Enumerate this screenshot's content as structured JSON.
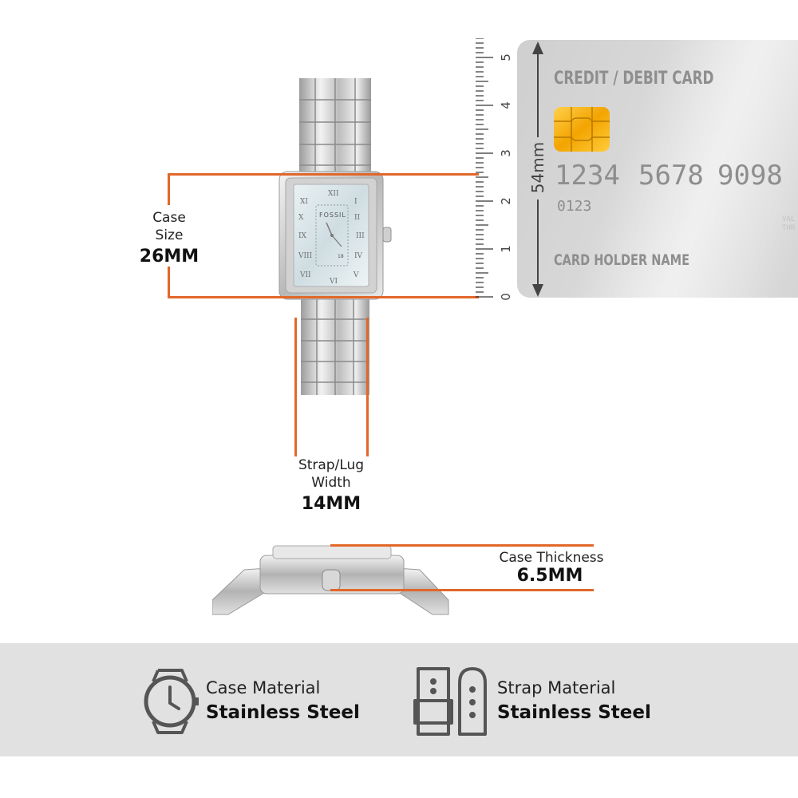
{
  "case_size": {
    "label": "Case\nSize",
    "label_line1": "Case",
    "label_line2": "Size",
    "value": "26MM"
  },
  "strap_width": {
    "label_line1": "Strap/Lug",
    "label_line2": "Width",
    "value": "14MM"
  },
  "case_thickness": {
    "label": "Case Thickness",
    "value": "6.5MM"
  },
  "dial": {
    "brand": "FOSSIL",
    "date": "18"
  },
  "ruler": {
    "ticks": [
      "0",
      "1",
      "2",
      "3",
      "4",
      "5"
    ],
    "height_label": "54mm"
  },
  "card": {
    "title": "CREDIT / DEBIT CARD",
    "number_groups": [
      "1234",
      "5678",
      "9098"
    ],
    "small_number": "0123",
    "holder": "CARD HOLDER NAME",
    "edge_text_1": "VAL",
    "edge_text_2": "THR"
  },
  "materials": [
    {
      "label": "Case Material",
      "value": "Stainless Steel",
      "icon": "watch-icon"
    },
    {
      "label": "Strap Material",
      "value": "Stainless Steel",
      "icon": "strap-icon"
    }
  ],
  "colors": {
    "accent": "#e2672a",
    "band": "#e1e1e1",
    "card": "#d6d6d6"
  }
}
